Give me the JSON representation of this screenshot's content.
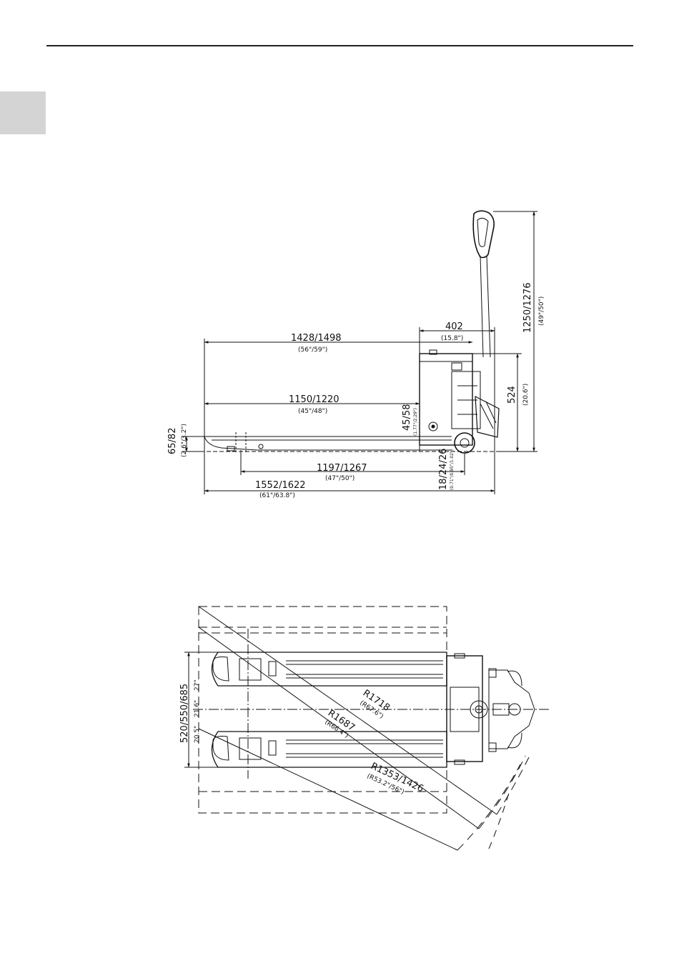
{
  "side_view": {
    "overall_height": "1250/1276",
    "overall_height_in": "(49\"/50\")",
    "body_length": "402",
    "body_length_in": "(15.8\")",
    "length_to_face": "1428/1498",
    "length_to_face_in": "(56\"/59\")",
    "fork_length": "1150/1220",
    "fork_length_in": "(45\"/48\")",
    "mid_height": "524",
    "mid_height_in": "(20.6\")",
    "lift_height": "45/58",
    "lift_height_in": "(1.77\"/2.29\")",
    "fork_height": "65/82",
    "fork_height_in": "(2.6\"/3.2\")",
    "wheel_dist": "1197/1267",
    "wheel_dist_in": "(47\"/50\")",
    "ground_clear": "18/24/26",
    "ground_clear_in": "(0.71\"/0.95\"/1.02\")",
    "overall_length": "1552/1622",
    "overall_length_in": "(61\"/63.8\")"
  },
  "top_view": {
    "width": "520/550/685",
    "width_in_a": "20.5\"",
    "width_in_b": "21.6\"",
    "width_in_c": "27\"",
    "r1": "R1718",
    "r1_in": "(R67.6\")",
    "r2": "R1687",
    "r2_in": "(R66.4\")",
    "r3": "R1353/1426",
    "r3_in": "(R53.2\"/56\")"
  }
}
